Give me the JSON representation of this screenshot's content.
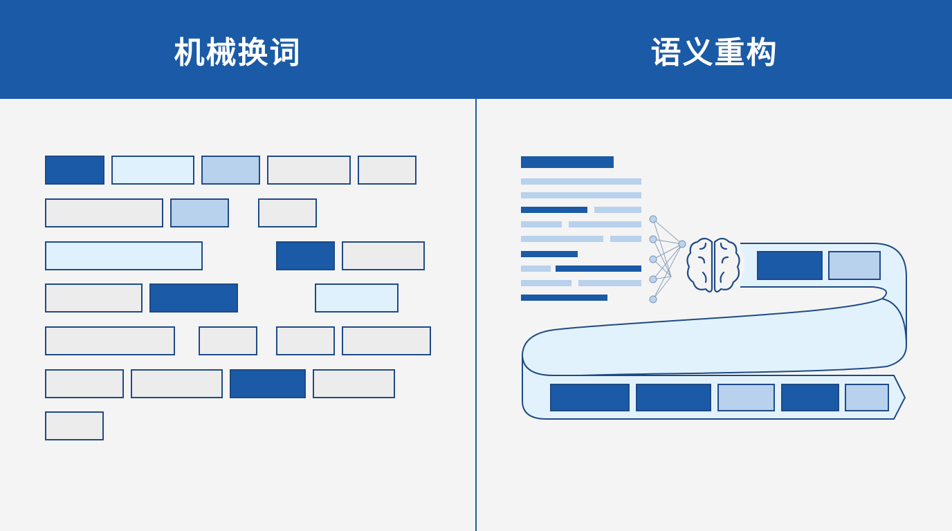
{
  "left_panel": {
    "title": "机械换词",
    "rows": [
      [
        "dark",
        "vlight",
        "light",
        "grey",
        "grey"
      ],
      [
        "grey",
        "light",
        "grey"
      ],
      [
        "vlight",
        "dark",
        "grey"
      ],
      [
        "grey",
        "dark",
        "vlight"
      ],
      [
        "grey",
        "grey",
        "grey",
        "grey"
      ],
      [
        "grey",
        "grey",
        "dark",
        "grey"
      ],
      [
        "grey"
      ]
    ]
  },
  "right_panel": {
    "title": "语义重构",
    "ribbon_top_blocks": [
      "dark",
      "light"
    ],
    "ribbon_bottom_blocks": [
      "dark",
      "dark",
      "light",
      "dark",
      "light"
    ]
  },
  "colors": {
    "header": "#1a5aa6",
    "dark": "#1a5aa6",
    "light": "#b8d1ec",
    "vlight": "#dff1fc",
    "grey": "#ececec",
    "stroke": "#1e4a86"
  }
}
